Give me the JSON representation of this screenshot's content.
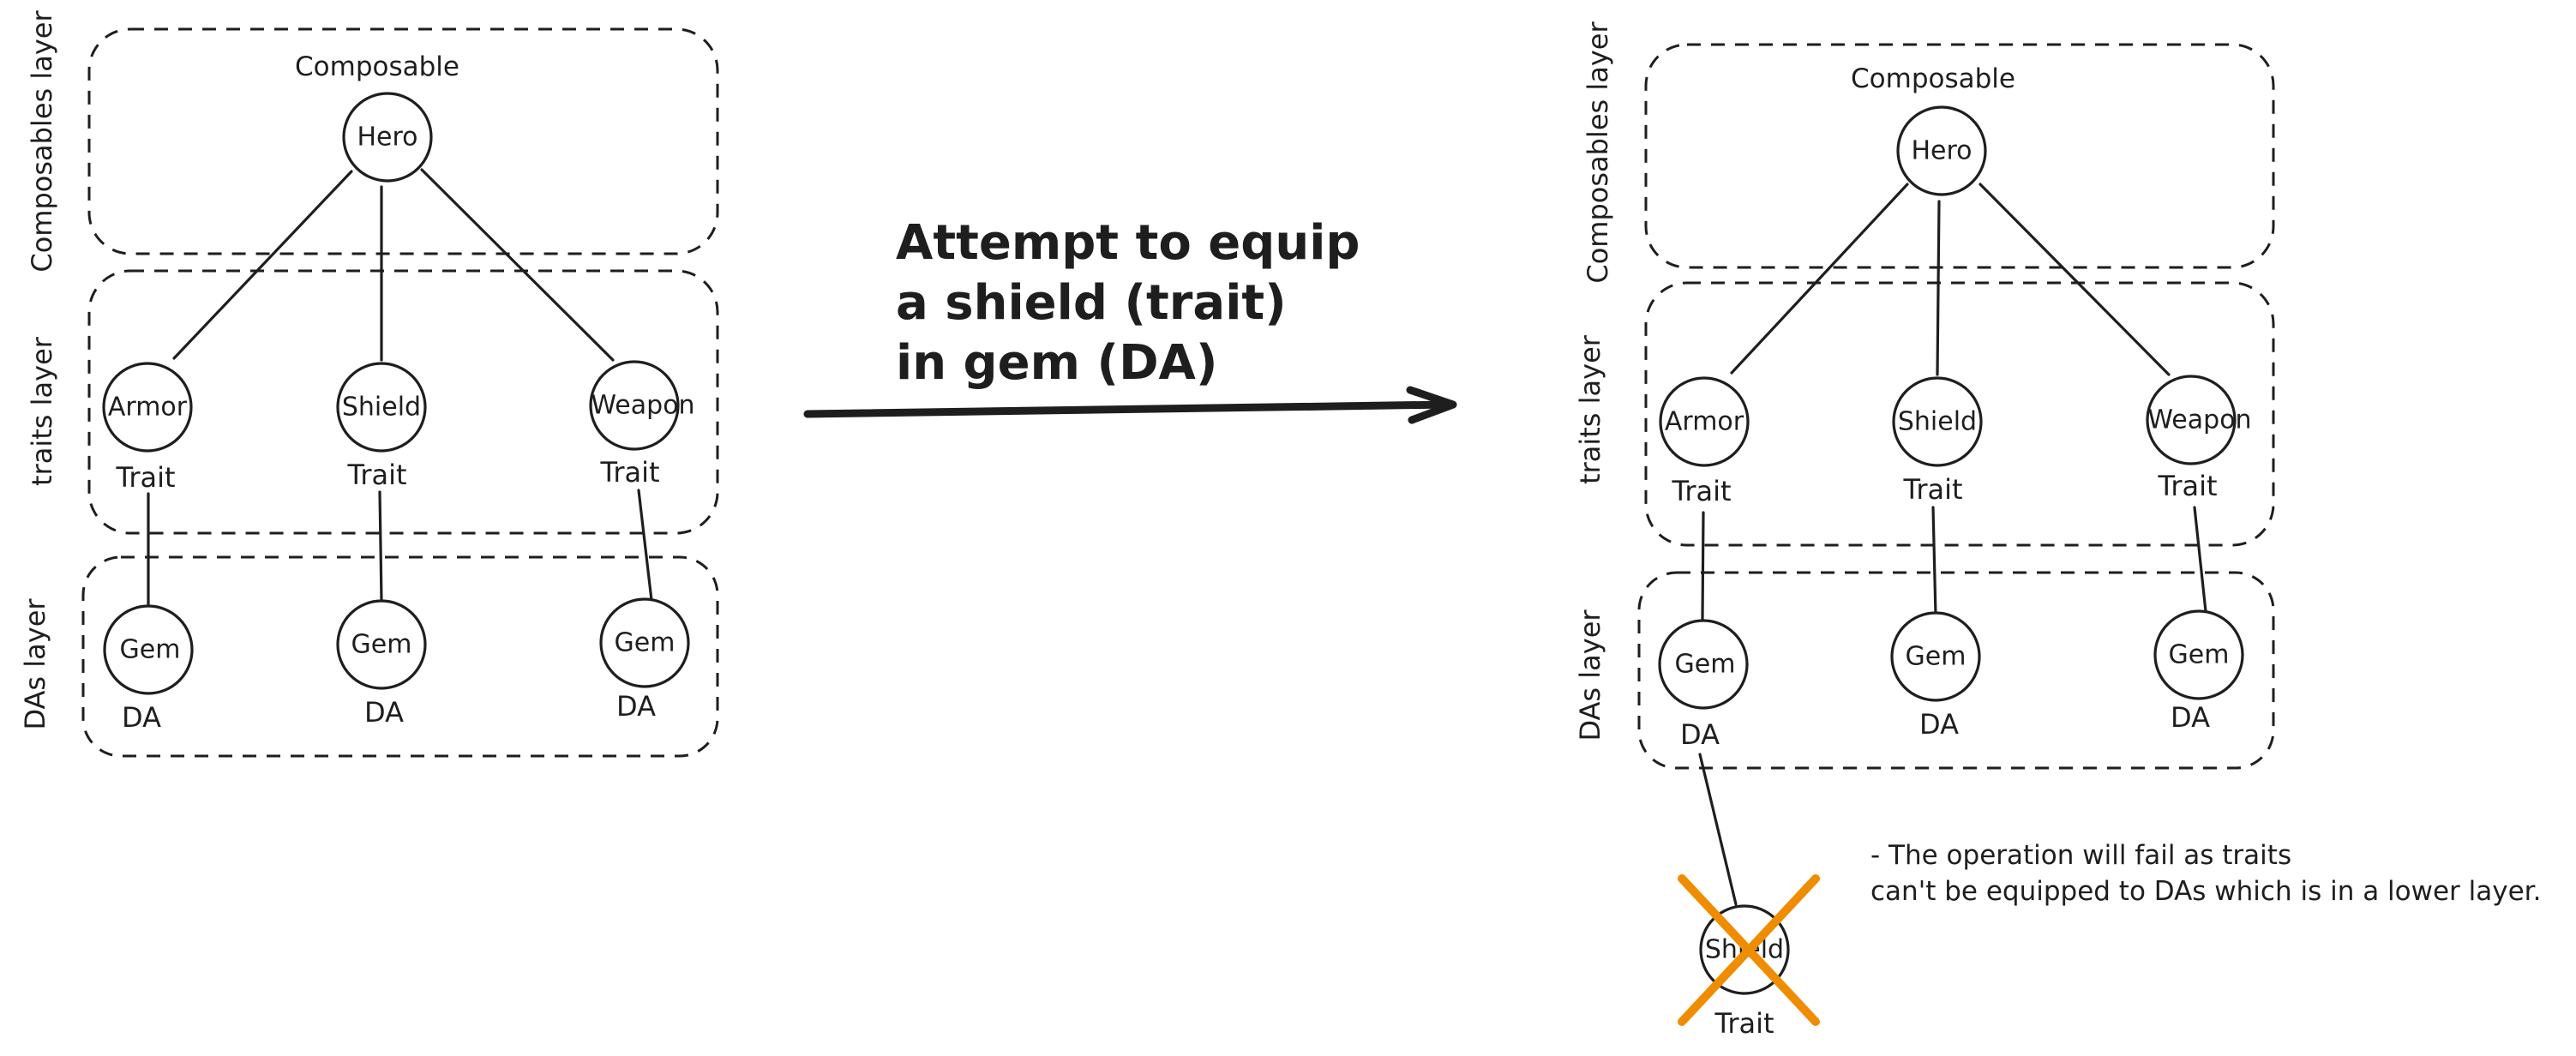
{
  "left": {
    "layers": {
      "composables": "Composables layer",
      "traits": "traits layer",
      "das": "DAs layer"
    },
    "composable_label": "Composable",
    "hero": "Hero",
    "traits": [
      {
        "name": "Armor",
        "type": "Trait"
      },
      {
        "name": "Shield",
        "type": "Trait"
      },
      {
        "name": "Weapon",
        "type": "Trait"
      }
    ],
    "das": [
      {
        "name": "Gem",
        "type": "DA"
      },
      {
        "name": "Gem",
        "type": "DA"
      },
      {
        "name": "Gem",
        "type": "DA"
      }
    ]
  },
  "arrow": {
    "lines": [
      "Attempt to equip",
      "a shield (trait)",
      "in gem (DA)"
    ]
  },
  "right": {
    "layers": {
      "composables": "Composables layer",
      "traits": "traits layer",
      "das": "DAs layer"
    },
    "composable_label": "Composable",
    "hero": "Hero",
    "traits": [
      {
        "name": "Armor",
        "type": "Trait"
      },
      {
        "name": "Shield",
        "type": "Trait"
      },
      {
        "name": "Weapon",
        "type": "Trait"
      }
    ],
    "das": [
      {
        "name": "Gem",
        "type": "DA"
      },
      {
        "name": "Gem",
        "type": "DA"
      },
      {
        "name": "Gem",
        "type": "DA"
      }
    ],
    "failed_node": {
      "name": "Shield",
      "type": "Trait"
    },
    "note": [
      "- The operation will fail as traits",
      "can't be equipped to DAs which is in a lower layer."
    ]
  },
  "colors": {
    "ink": "#1e1e1e",
    "failure_cross": "#f08c00"
  }
}
